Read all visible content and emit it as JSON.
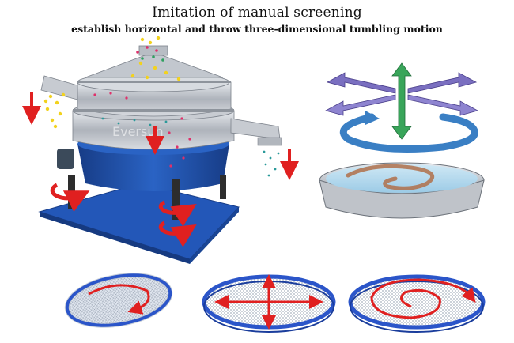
{
  "header": {
    "title": "Imitation of manual screening",
    "subtitle": "establish horizontal and throw three-dimensional tumbling motion"
  },
  "machine": {
    "brand_watermark": "Eversun"
  },
  "colors": {
    "machine_blue": "#1f4fa8",
    "steel": "#b9bec6",
    "arrow_red": "#e02020",
    "arrow_purple": "#7a6fc0",
    "arrow_green": "#39a55a",
    "swirl_blue": "#3a7fc4",
    "screen_rim": "#2b55c9"
  },
  "motion_diagrams": [
    {
      "name": "circular-motion"
    },
    {
      "name": "horizontal-motion"
    },
    {
      "name": "spiral-motion"
    }
  ]
}
